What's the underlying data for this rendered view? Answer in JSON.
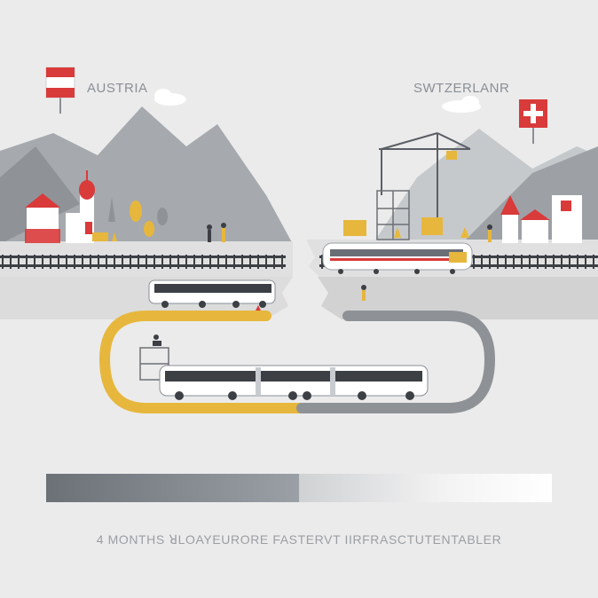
{
  "labels": {
    "left_country": "AUSTRIA",
    "right_country": "SWTZERLANR",
    "caption": "4 MONTHS ꓤLOAYEURORE FASTERVT IIRFRASCTUTENTABLER"
  },
  "progress": {
    "value_fraction": 0.5
  },
  "colors": {
    "background": "#ebebeb",
    "mountain": "#a6a9ad",
    "mountain_light": "#c6c9cc",
    "rail": "#3c3f44",
    "road_left": "#e6b73c",
    "road_right": "#8e9296",
    "austria_red": "#d93a3a",
    "swiss_red": "#d93a3a",
    "warning_yellow": "#e8b83a"
  },
  "icons": [
    "austria-flag-icon",
    "swiss-flag-icon",
    "crane-icon",
    "bus-icon",
    "train-icon",
    "warning-sign-icon",
    "worker-icon",
    "church-icon",
    "cloud-icon"
  ]
}
